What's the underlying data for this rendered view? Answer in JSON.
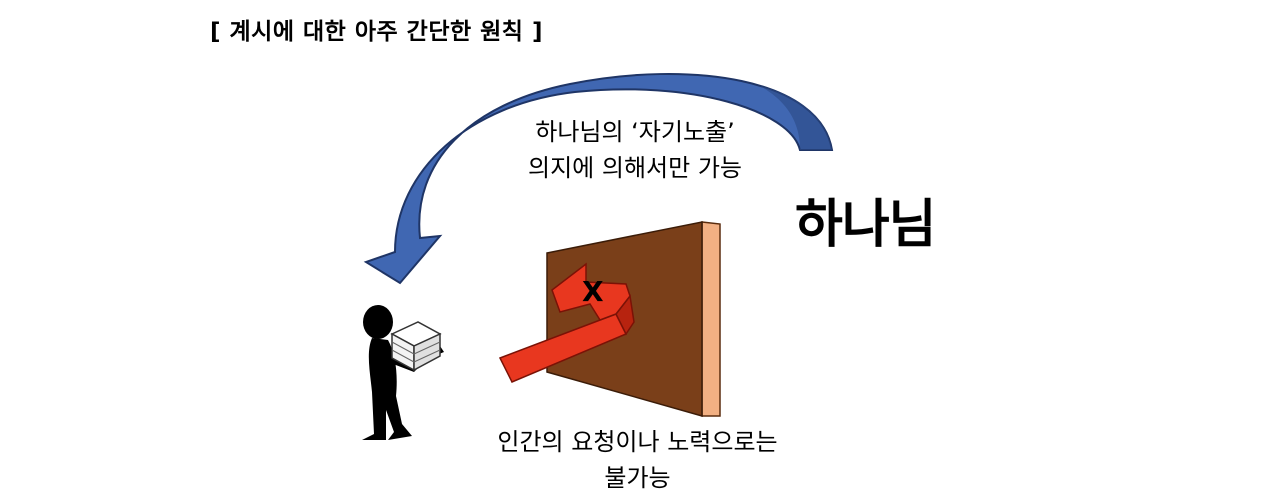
{
  "title": "[ 계시에 대한 아주 간단한 원칙 ]",
  "revelation_caption": {
    "line1": "하나님의 ‘자기노출’",
    "line2": "의지에 의해서만 가능"
  },
  "god_label": "하나님",
  "human_caption": {
    "line1": "인간의 요청이나 노력으로는",
    "line2": "불가능"
  },
  "blocked_mark": "X",
  "colors": {
    "curved_arrow": "#4067b2",
    "curved_arrow_shade": "#2c4a86",
    "wall_face": "#7a3f19",
    "wall_edge": "#f2b083",
    "human_arrow": "#e8371f",
    "human_arrow_shade": "#b7230f",
    "person": "#000000",
    "book": "#ffffff"
  },
  "icons": {
    "person": "person-silhouette-icon",
    "books": "book-stack-icon",
    "wall": "wall-icon"
  }
}
